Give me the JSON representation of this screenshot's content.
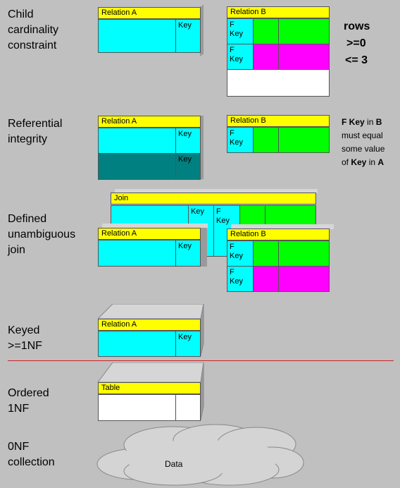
{
  "labels": {
    "child": [
      "Child",
      "cardinality",
      "constraint"
    ],
    "referential": [
      "Referential",
      "integrity"
    ],
    "defined": [
      "Defined",
      "unambiguous",
      "join"
    ],
    "keyed": [
      "Keyed",
      ">=1NF"
    ],
    "ordered": [
      "Ordered",
      "1NF"
    ],
    "zero": [
      "0NF",
      "collection"
    ]
  },
  "rows_note": [
    "rows",
    ">=0",
    "<= 3"
  ],
  "fkey_note": {
    "line1_bold": "F Key",
    "line1_plain": " in ",
    "line1_bold2": "B",
    "line2": "must equal",
    "line3": "some value",
    "line4_plain": "of ",
    "line4_bold": "Key",
    "line4_plain2": " in ",
    "line4_bold2": "A"
  },
  "relation_a": "Relation A",
  "relation_b": "Relation B",
  "join": "Join",
  "table": "Table",
  "key": "Key",
  "fkey": [
    "F",
    "Key"
  ],
  "data": "Data",
  "colors": {
    "yellow": "#ffff00",
    "cyan": "#00ffff",
    "teal": "#008080",
    "green": "#00ff00",
    "magenta": "#ff00ff",
    "divider": "#cc2222"
  }
}
